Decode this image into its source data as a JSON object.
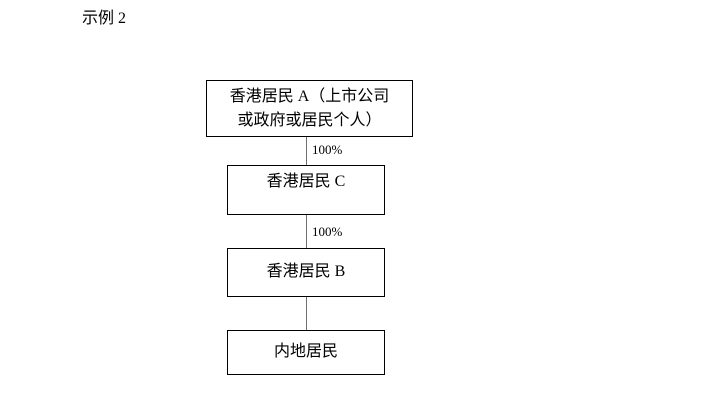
{
  "page": {
    "title": "示例 2",
    "background_color": "#ffffff",
    "text_color": "#000000",
    "border_color": "#000000",
    "connector_color": "#6f6f6f"
  },
  "diagram": {
    "type": "flowchart-vertical-chain",
    "nodes": [
      {
        "id": "node-a",
        "label": "香港居民 A（上市公司\n或政府或居民个人）",
        "lines": [
          "香港居民 A（上市公司",
          "或政府或居民个人）"
        ]
      },
      {
        "id": "node-c",
        "label": "香港居民 C",
        "lines": [
          "香港居民 C"
        ]
      },
      {
        "id": "node-b",
        "label": "香港居民 B",
        "lines": [
          "香港居民 B"
        ]
      },
      {
        "id": "node-mainland",
        "label": "内地居民",
        "lines": [
          "内地居民"
        ]
      }
    ],
    "edges": [
      {
        "id": "edge-a-c",
        "from": "node-a",
        "to": "node-c",
        "label": "100%"
      },
      {
        "id": "edge-c-b",
        "from": "node-c",
        "to": "node-b",
        "label": "100%"
      },
      {
        "id": "edge-b-mainland",
        "from": "node-b",
        "to": "node-mainland",
        "label": ""
      }
    ]
  }
}
